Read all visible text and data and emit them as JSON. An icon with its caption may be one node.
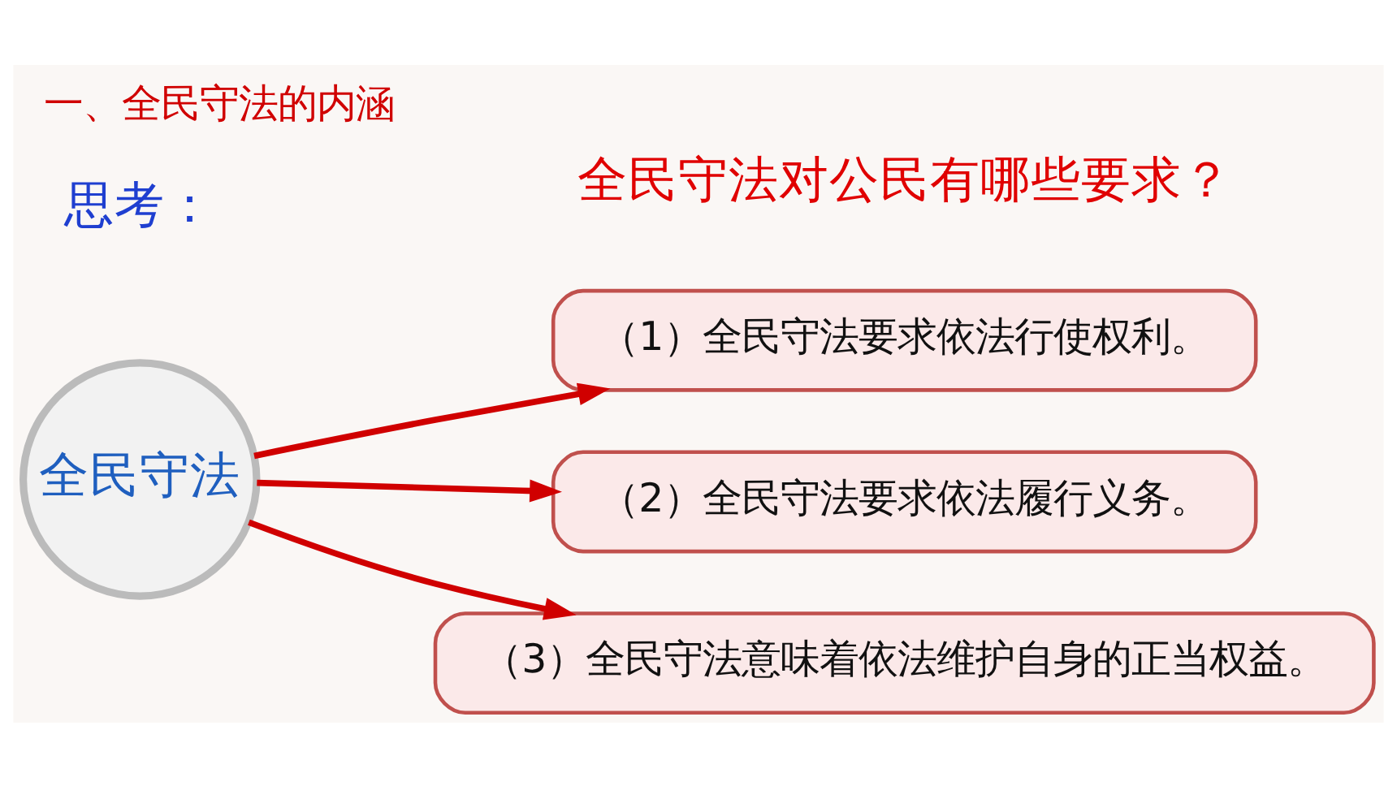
{
  "diagram": {
    "title": "一、全民守法的内涵",
    "nodes": [
      {
        "text": [
          "全民守法"
        ]
      },
      {
        "text": [
          "（1）全民守法要求依法行使权利。"
        ]
      },
      {
        "text": [
          "（2）全民守法要求依法履行义务。"
        ]
      },
      {
        "text": [
          "（3）全民守法意味着依法维护自身的正当权益。"
        ]
      }
    ],
    "edges": [
      {
        "from": 0,
        "to": 1,
        "arrow": "to"
      },
      {
        "from": 0,
        "to": 2,
        "arrow": "to"
      },
      {
        "from": 0,
        "to": 3,
        "arrow": "to"
      }
    ],
    "labels": [
      "思考：",
      "全民守法对公民有哪些要求？"
    ]
  }
}
